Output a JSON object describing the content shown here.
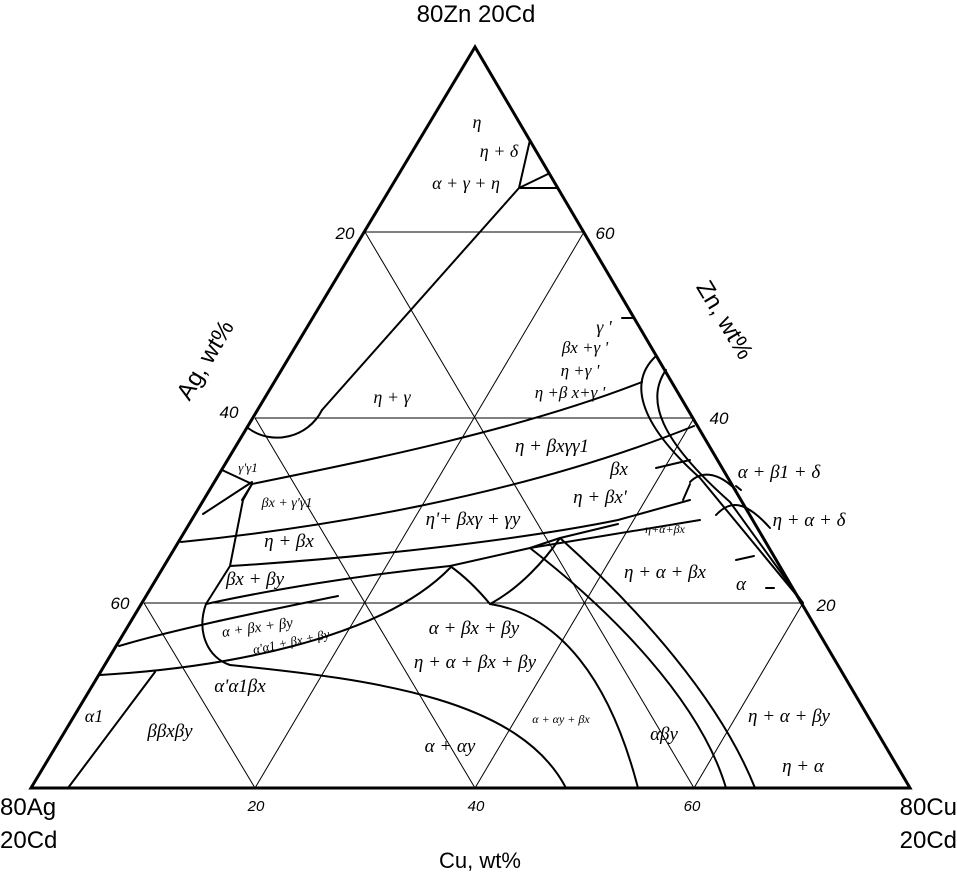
{
  "vertices": {
    "top": "80Zn 20Cd",
    "bottom_left_line1": "80Ag",
    "bottom_left_line2": "20Cd",
    "bottom_right_line1": "80Cu",
    "bottom_right_line2": "20Cd"
  },
  "axes": {
    "left": "Ag, wt%",
    "right": "Zn, wt%",
    "bottom": "Cu, wt%"
  },
  "ticks": {
    "left": [
      "20",
      "40",
      "60"
    ],
    "right": [
      "60",
      "40",
      "20"
    ],
    "bottom": [
      "20",
      "40",
      "60"
    ]
  },
  "regions": [
    {
      "id": "eta",
      "label": "η"
    },
    {
      "id": "eta-delta",
      "label": "η + δ"
    },
    {
      "id": "alpha-gamma-eta",
      "label": "α + γ + η"
    },
    {
      "id": "eta-gamma",
      "label": "η + γ"
    },
    {
      "id": "gamma-prime",
      "label": "γ '"
    },
    {
      "id": "betax-gamma-prime",
      "label": "βx +γ '"
    },
    {
      "id": "eta-gamma-prime",
      "label": "η +γ '"
    },
    {
      "id": "eta-beta-x-gamma",
      "label": "η +β x+γ '"
    },
    {
      "id": "gamma-prime-gamma1",
      "label": "γ'γ1"
    },
    {
      "id": "eta-betax-gamma-gamma1",
      "label": "η + βxγγ1"
    },
    {
      "id": "betax-gamma-gamma1",
      "label": "βx + γ'γ1"
    },
    {
      "id": "betax",
      "label": "βx"
    },
    {
      "id": "alpha-beta1-delta",
      "label": "α + β1 + δ"
    },
    {
      "id": "eta-betax-prime",
      "label": "η + βx'"
    },
    {
      "id": "eta-alpha-delta",
      "label": "η + α + δ"
    },
    {
      "id": "eta-prime-betax-gamma-gammay",
      "label": "η'+ βxγ + γy"
    },
    {
      "id": "eta-alpha-betax-small",
      "label": "η+α+βx"
    },
    {
      "id": "eta-betax",
      "label": "η + βx"
    },
    {
      "id": "eta-alpha-betax",
      "label": "η + α + βx"
    },
    {
      "id": "alpha",
      "label": "α"
    },
    {
      "id": "betax-betay",
      "label": "βx + βy"
    },
    {
      "id": "alpha-betax-betay-left",
      "label": "α + βx + βy"
    },
    {
      "id": "alpha-prime-alpha1-betax-betay",
      "label": "α'α1 + βx + βy"
    },
    {
      "id": "alpha-betax-betay",
      "label": "α + βx + βy"
    },
    {
      "id": "eta-alpha-betax-betay",
      "label": "η + α + βx + βy"
    },
    {
      "id": "alpha-prime-alpha1-betax",
      "label": "α'α1βx"
    },
    {
      "id": "alpha1",
      "label": "α1"
    },
    {
      "id": "beta-betax-betay",
      "label": "ββxβy"
    },
    {
      "id": "alpha-alphay",
      "label": "α + αy"
    },
    {
      "id": "alpha-alphay-betax",
      "label": "α + αy + βx"
    },
    {
      "id": "alpha-betay",
      "label": "αβy"
    },
    {
      "id": "eta-alpha-betay",
      "label": "η + α + βy"
    },
    {
      "id": "eta-alpha",
      "label": "η + α"
    }
  ]
}
